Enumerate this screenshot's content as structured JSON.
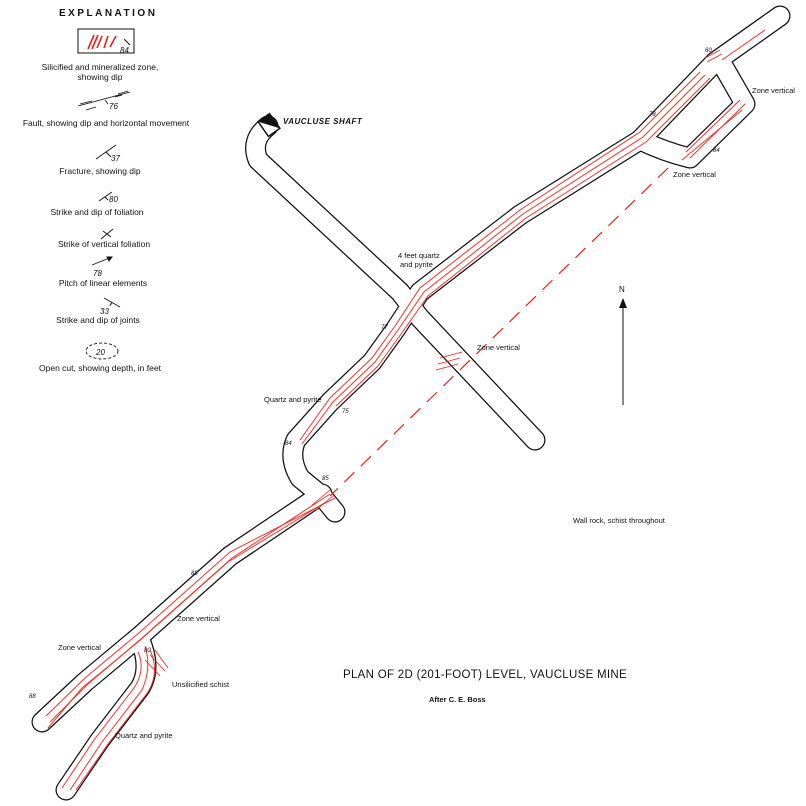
{
  "colors": {
    "zone": "#e8201a",
    "outline": "#111111",
    "background": "#ffffff"
  },
  "legend": {
    "heading": "EXPLANATION",
    "items": [
      {
        "symbol": "silicified-zone-icon",
        "value": "84",
        "label_lines": [
          "Silicified and mineralized zone,",
          "showing dip"
        ]
      },
      {
        "symbol": "fault-icon",
        "value": "76",
        "label_lines": [
          "Fault, showing dip and horizontal movement"
        ]
      },
      {
        "symbol": "fracture-icon",
        "value": "37",
        "label_lines": [
          "Fracture, showing dip"
        ]
      },
      {
        "symbol": "foliation-strike-dip-icon",
        "value": "80",
        "label_lines": [
          "Strike and dip of foliation"
        ]
      },
      {
        "symbol": "vertical-foliation-icon",
        "value": "",
        "label_lines": [
          "Strike of vertical foliation"
        ]
      },
      {
        "symbol": "linear-pitch-icon",
        "value": "78",
        "label_lines": [
          "Pitch of linear elements"
        ]
      },
      {
        "symbol": "joint-icon",
        "value": "33",
        "label_lines": [
          "Strike and dip of joints"
        ]
      },
      {
        "symbol": "open-cut-icon",
        "value": "20",
        "label_lines": [
          "Open cut, showing depth, in feet"
        ]
      }
    ]
  },
  "map": {
    "shaft_label": "VAUCLUSE SHAFT",
    "north_label": "N",
    "annotations": {
      "quartz_pyrite_4ft": [
        "4 feet quartz",
        "and pyrite"
      ],
      "zone_vertical_cross": "Zone vertical",
      "quartz_pyrite_mid": "Quartz and pyrite",
      "zone_vertical_ne1": "Zone vertical",
      "zone_vertical_ne2": "Zone vertical",
      "wall_rock": "Wall rock, schist throughout",
      "zone_vertical_sw1": "Zone vertical",
      "zone_vertical_sw2": "Zone vertical",
      "unsilicified": "Unsilicified schist",
      "quartz_pyrite_sw": "Quartz and pyrite"
    },
    "dips": {
      "d60": "60",
      "d78": "78",
      "d84ne": "84",
      "d77": "77",
      "d75": "75",
      "d84": "84",
      "d85": "85",
      "d88a": "88",
      "d80": "80",
      "d88b": "88"
    }
  },
  "title": "PLAN OF 2D (201-FOOT) LEVEL, VAUCLUSE MINE",
  "credit": "After C. E. Boss"
}
